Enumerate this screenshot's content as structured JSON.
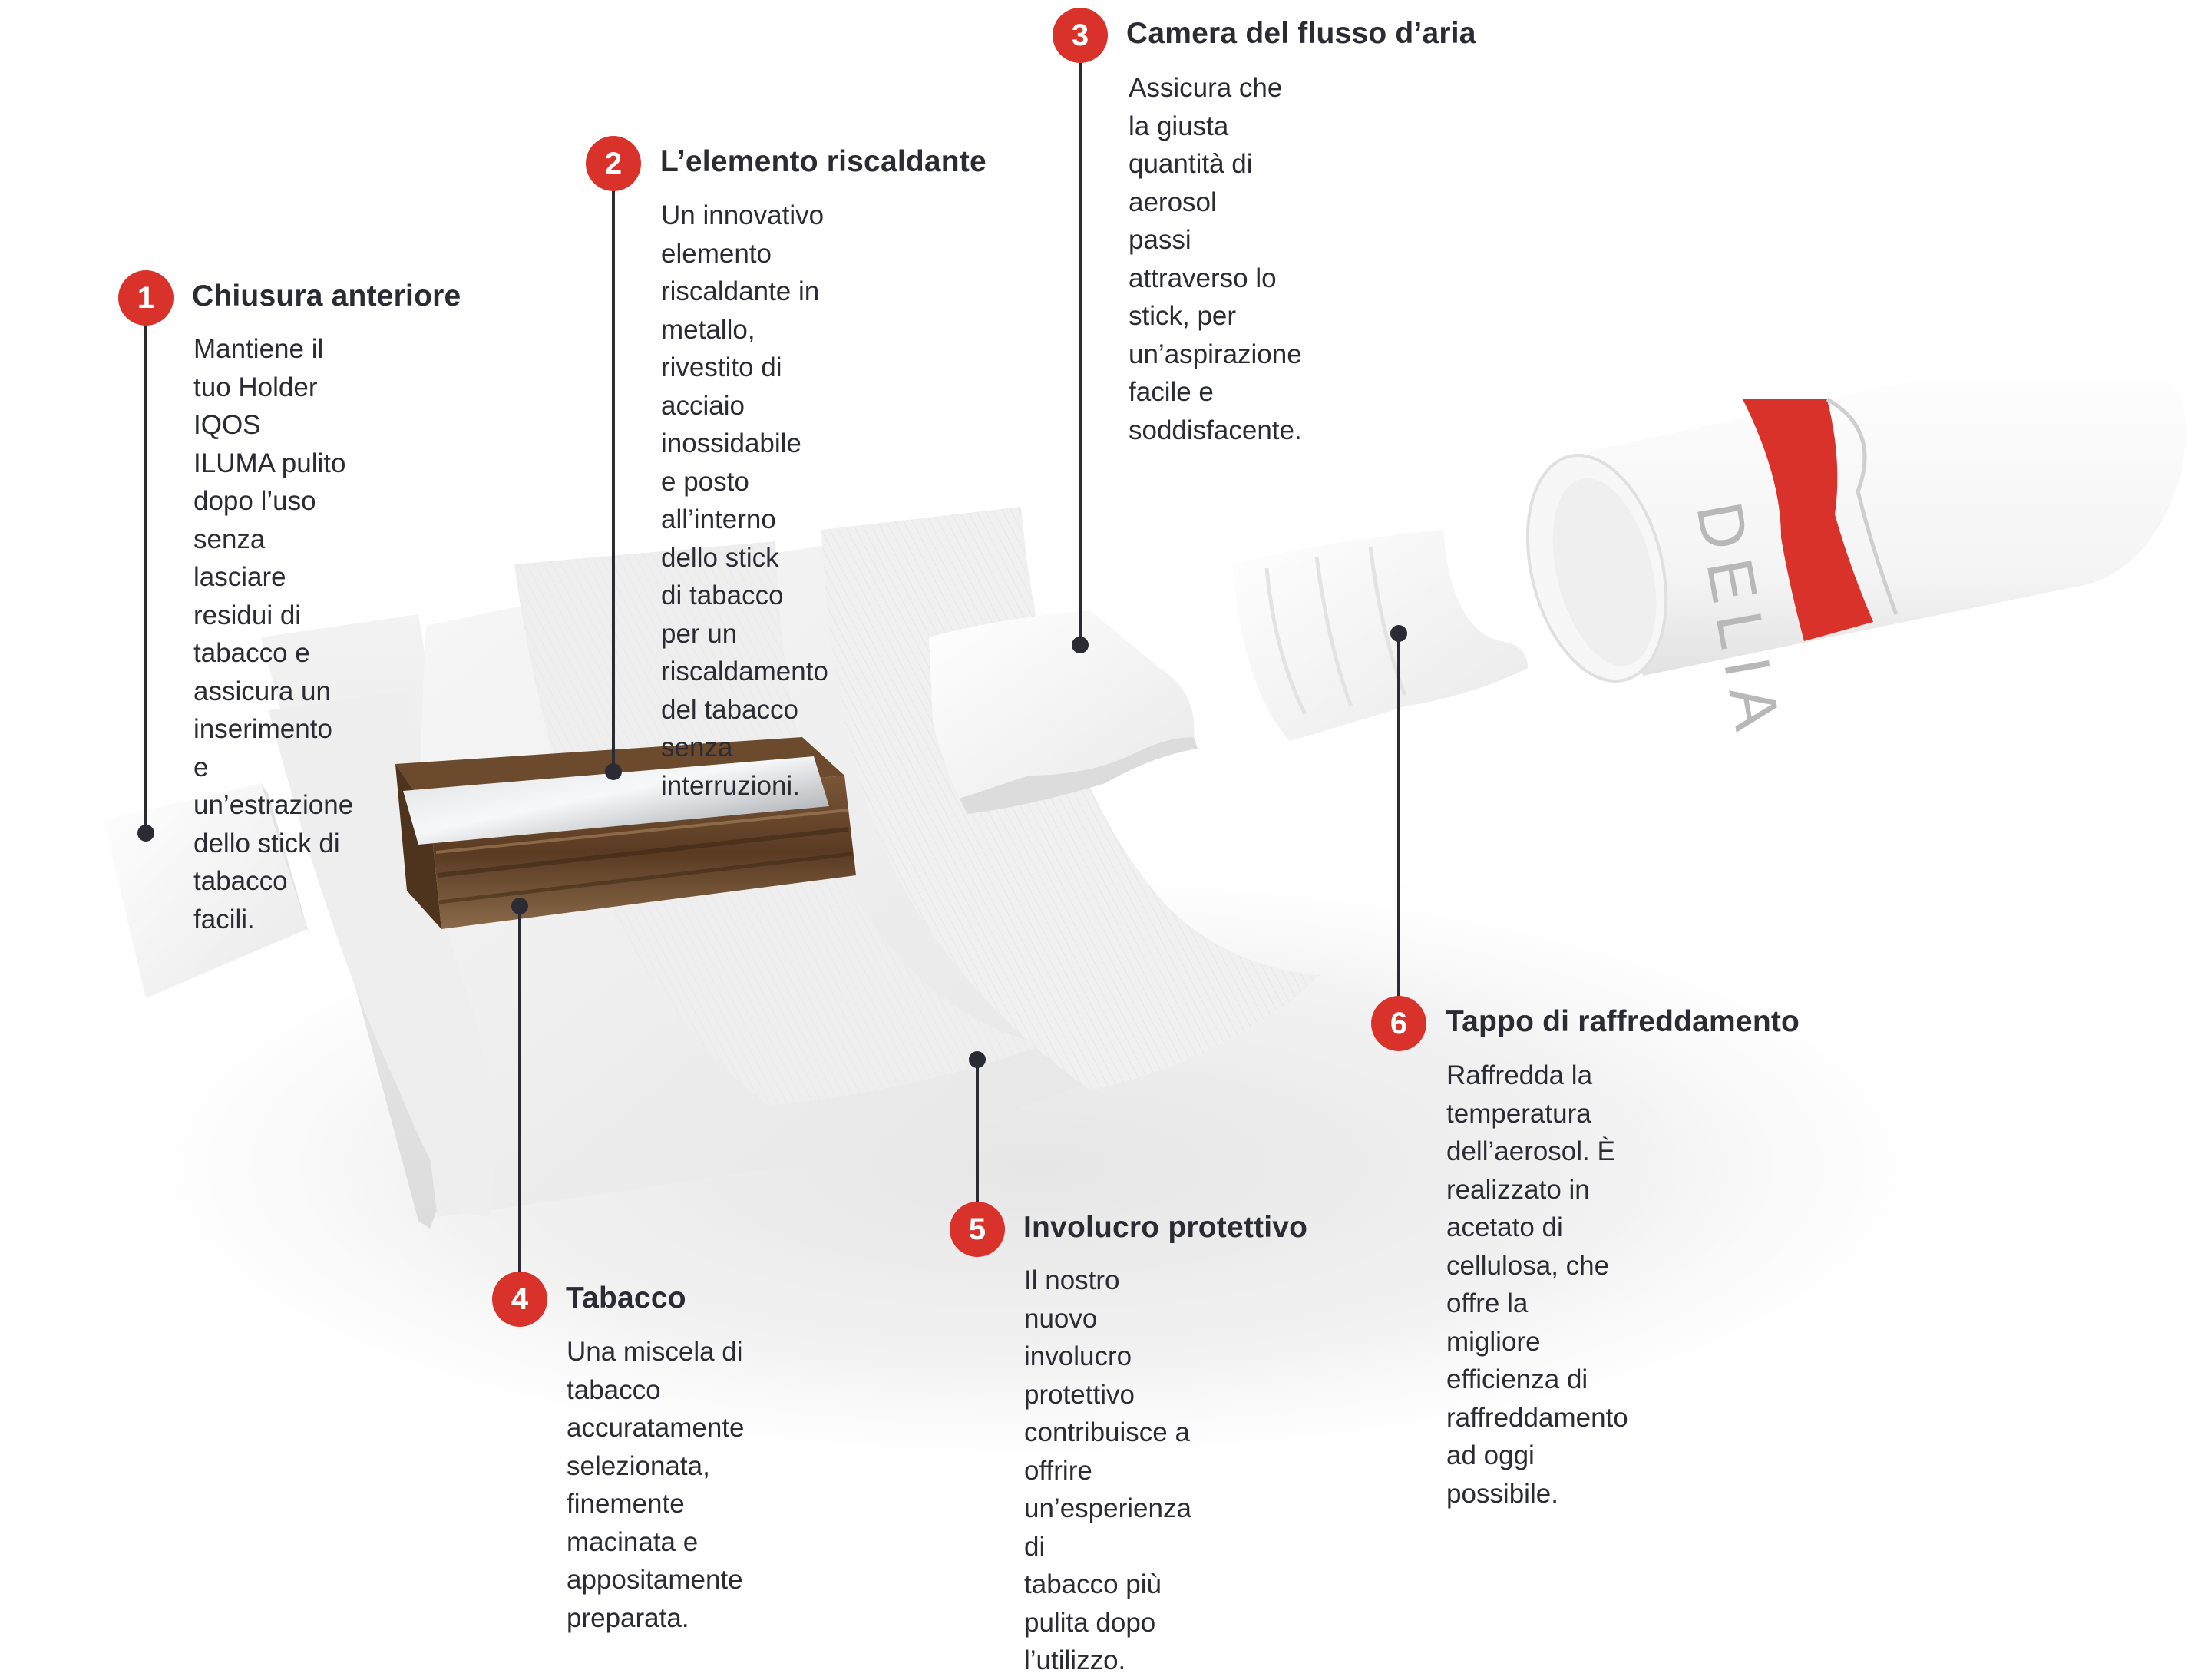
{
  "accent_color": "#d9322a",
  "text_color": "#2b2c33",
  "product_label": "DELIA",
  "callouts": [
    {
      "number": "1",
      "title": "Chiusura anteriore",
      "description": "Mantiene il tuo Holder IQOS\nILUMA pulito dopo l’uso senza\nlasciare residui di tabacco e\nassicura un inserimento e\nun’estrazione dello stick di\ntabacco facili."
    },
    {
      "number": "2",
      "title": "L’elemento riscaldante",
      "description": "Un innovativo elemento\nriscaldante in metallo,\nrivestito di acciaio inossidabile\ne posto all’interno dello stick\ndi tabacco per un\nriscaldamento del tabacco\nsenza interruzioni."
    },
    {
      "number": "3",
      "title": "Camera del flusso d’aria",
      "description": "Assicura che la giusta\nquantità di aerosol\npassi attraverso lo\nstick, per un’aspirazione\nfacile e soddisfacente."
    },
    {
      "number": "4",
      "title": "Tabacco",
      "description": "Una miscela di tabacco\naccuratamente selezionata,\nfinemente macinata e\nappositamente preparata."
    },
    {
      "number": "5",
      "title": "Involucro protettivo",
      "description": "Il nostro nuovo involucro\nprotettivo contribuisce a\noffrire un’esperienza di\ntabacco più pulita dopo\nl’utilizzo."
    },
    {
      "number": "6",
      "title": "Tappo di raffreddamento",
      "description": "Raffredda la temperatura\ndell’aerosol. È realizzato in\nacetato di cellulosa, che offre la\nmigliore efficienza di\nraffreddamento ad oggi possibile."
    }
  ]
}
